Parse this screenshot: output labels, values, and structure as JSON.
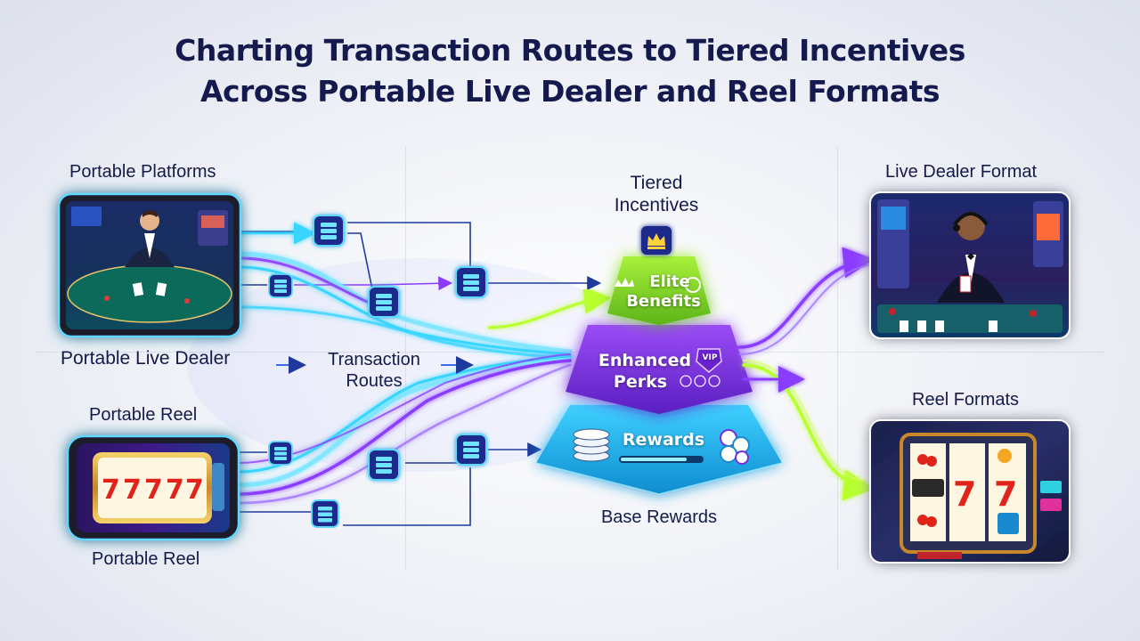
{
  "title": {
    "line1": "Charting Transaction Routes to Tiered Incentives",
    "line2": "Across Portable Live Dealer and Reel Formats"
  },
  "left": {
    "section_label": "Portable Platforms",
    "live_dealer_label": "Portable Live Dealer",
    "reel_top_label": "Portable Reel",
    "reel_bottom_label": "Portable Reel"
  },
  "middle": {
    "routes_label_line1": "Transaction",
    "routes_label_line2": "Routes"
  },
  "tiers": {
    "heading_line1": "Tiered",
    "heading_line2": "Incentives",
    "elite_line1": "Elite",
    "elite_line2": "Benefits",
    "enhanced_line1": "Enhanced",
    "enhanced_line2": "Perks",
    "vip_badge": "VIP",
    "rewards_label": "Rewards",
    "base_label": "Base Rewards"
  },
  "right": {
    "live_dealer_label": "Live Dealer Format",
    "reel_label": "Reel Formats"
  },
  "icons": [
    "crown-icon",
    "server-node-icon",
    "coin-stack-icon",
    "chip-icon",
    "vip-shield-icon",
    "arrow-right-icon"
  ],
  "colors": {
    "title": "#141a4d",
    "cyan_route": "#38d6ff",
    "purple_route": "#8a3cff",
    "lime_route": "#b8ff2e",
    "navy_route": "#1e3a9e",
    "elite_tier": "#7ed321",
    "enhanced_tier": "#7a2de0",
    "rewards_tier": "#1ab0e8"
  }
}
